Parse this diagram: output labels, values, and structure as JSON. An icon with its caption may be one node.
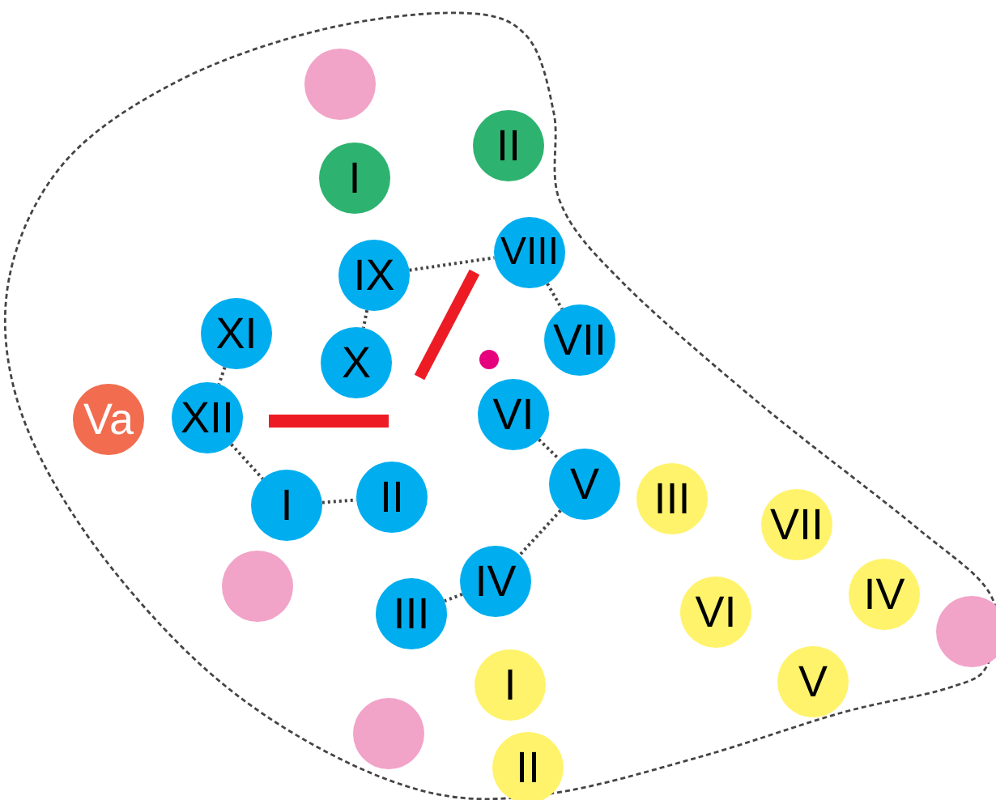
{
  "diagram": {
    "nodes": [
      {
        "text": [],
        "shape": "circle"
      },
      {
        "text": [
          "II"
        ]
      },
      {
        "text": [
          "I"
        ]
      },
      {
        "text": [
          "VIII"
        ]
      },
      {
        "text": [
          "IX"
        ]
      },
      {
        "text": [
          "XI"
        ]
      },
      {
        "text": [
          "VII"
        ]
      },
      {
        "text": [
          "X"
        ]
      },
      {
        "text": [
          "Va"
        ]
      },
      {
        "text": [
          "XII"
        ]
      },
      {
        "text": [
          "VI"
        ]
      },
      {
        "text": [
          "V"
        ]
      },
      {
        "text": [
          "III"
        ]
      },
      {
        "text": [
          "II"
        ]
      },
      {
        "text": [
          "I"
        ]
      },
      {
        "text": [
          "VII"
        ]
      },
      {
        "text": [],
        "shape": "circle"
      },
      {
        "text": [
          "IV"
        ]
      },
      {
        "text": [
          "IV"
        ]
      },
      {
        "text": [
          "VI"
        ]
      },
      {
        "text": [
          "III"
        ]
      },
      {
        "text": [],
        "shape": "circle"
      },
      {
        "text": [
          "V"
        ]
      },
      {
        "text": [
          "I"
        ]
      },
      {
        "text": [],
        "shape": "circle"
      },
      {
        "text": [
          "II"
        ]
      }
    ],
    "edges": [
      {
        "from": 4,
        "to": 3,
        "arrow": "none"
      },
      {
        "from": 3,
        "to": 6,
        "arrow": "none"
      },
      {
        "from": 4,
        "to": 7,
        "arrow": "none"
      },
      {
        "from": 5,
        "to": 9,
        "arrow": "none"
      },
      {
        "from": 9,
        "to": 14,
        "arrow": "none"
      },
      {
        "from": 14,
        "to": 13,
        "arrow": "none"
      },
      {
        "from": 10,
        "to": 11,
        "arrow": "none"
      },
      {
        "from": 11,
        "to": 17,
        "arrow": "none"
      },
      {
        "from": 17,
        "to": 20,
        "arrow": "none"
      }
    ]
  }
}
